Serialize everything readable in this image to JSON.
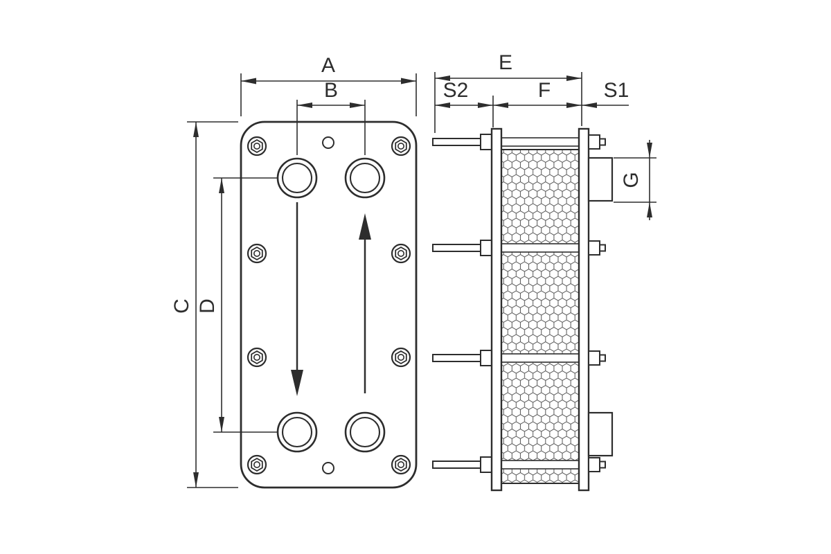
{
  "diagram": {
    "type": "technical-drawing",
    "subject": "plate-heat-exchanger-dimension-drawing",
    "views": [
      "front-view",
      "side-view"
    ],
    "line_color": "#2d2d2d",
    "background": "#ffffff"
  },
  "labels": {
    "a": "A",
    "b": "B",
    "c": "C",
    "d": "D",
    "e": "E",
    "f": "F",
    "g": "G",
    "s1": "S1",
    "s2": "S2"
  }
}
